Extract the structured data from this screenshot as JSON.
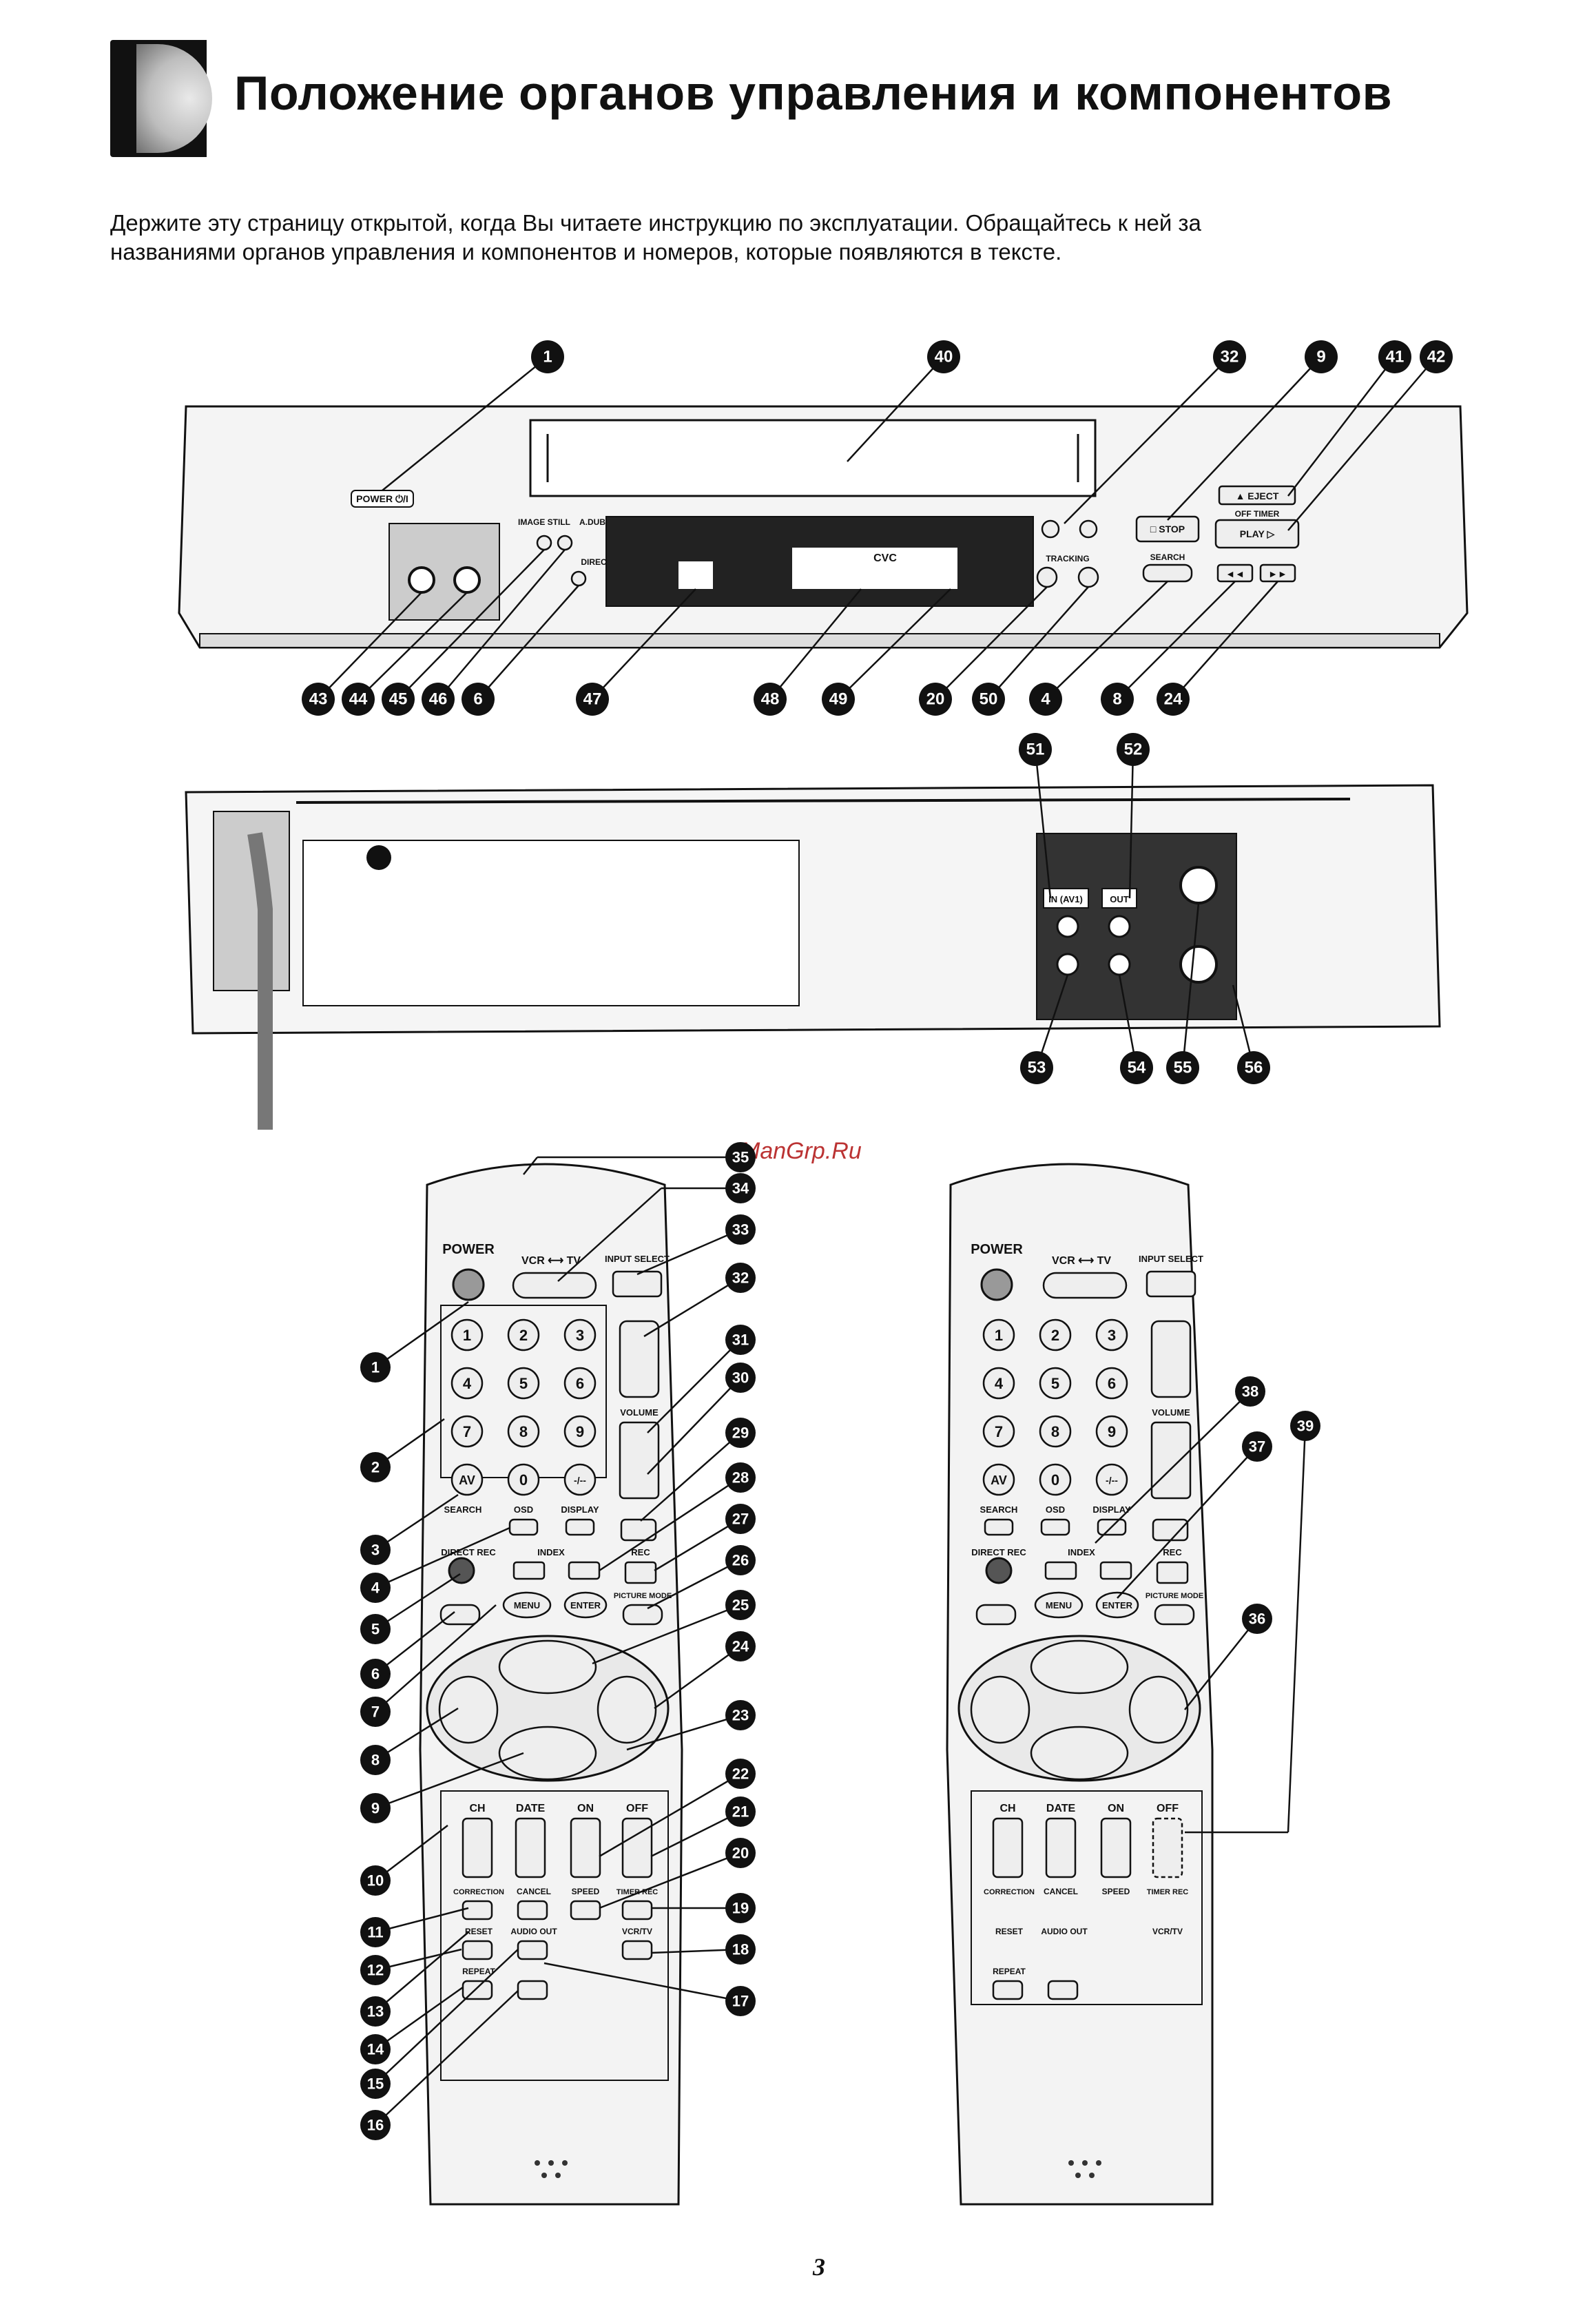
{
  "header": {
    "title": "Положение органов управления и компонентов",
    "intro_line1": "Держите эту страницу открытой, когда Вы читаете инструкцию по эксплуатации. Обращайтесь к ней за",
    "intro_line2": "названиями органов управления и компонентов и номеров, которые появляются в тексте."
  },
  "front_panel": {
    "labels": {
      "power": "POWER ⏻/I",
      "eject": "▲ EJECT",
      "off_timer": "OFF TIMER",
      "play": "PLAY ▷",
      "stop": "□ STOP",
      "search": "SEARCH",
      "rew": "◄◄",
      "ff": "►►",
      "cvc": "CVC",
      "image_still": "IMAGE STILL",
      "audio_dub": "A.DUB",
      "direct_rec": "DIRECT REC",
      "tracking": "TRACKING"
    },
    "callouts_top": [
      "1",
      "40",
      "32",
      "9",
      "41",
      "42"
    ],
    "callouts_bottom": [
      "43",
      "44",
      "45",
      "46",
      "6",
      "47",
      "48",
      "49",
      "20",
      "50",
      "4",
      "8",
      "24"
    ]
  },
  "rear_panel": {
    "labels": {
      "in_av1": "IN (AV1)",
      "out": "OUT"
    },
    "callouts_top": [
      "51",
      "52"
    ],
    "callouts_bottom": [
      "53",
      "54",
      "55",
      "56"
    ]
  },
  "remote": {
    "labels": {
      "power": "POWER",
      "vcr_tv": "VCR ⟷ TV",
      "input_select": "INPUT SELECT",
      "volume": "VOLUME",
      "av": "AV",
      "search": "SEARCH",
      "osd": "OSD",
      "display": "DISPLAY",
      "direct_rec": "DIRECT REC",
      "index": "INDEX",
      "rec": "REC",
      "menu": "MENU",
      "enter": "ENTER",
      "picture_mode": "PICTURE MODE",
      "ch": "CH",
      "date": "DATE",
      "on": "ON",
      "off": "OFF",
      "speed": "SPEED",
      "timer_rec": "TIMER REC",
      "cancel": "CANCEL",
      "reset": "RESET",
      "audio_out": "AUDIO OUT",
      "repeat": "REPEAT",
      "vcr_tv2": "VCR/TV",
      "correction": "CORRECTION",
      "digits": [
        "1",
        "2",
        "3",
        "4",
        "5",
        "6",
        "7",
        "8",
        "9",
        "0",
        "-/--"
      ]
    },
    "callouts_left": [
      "1",
      "2",
      "3",
      "4",
      "5",
      "6",
      "7",
      "8",
      "9",
      "10",
      "11",
      "12",
      "13",
      "14",
      "15",
      "16"
    ],
    "callouts_right": [
      "35",
      "34",
      "33",
      "32",
      "31",
      "30",
      "29",
      "28",
      "27",
      "26",
      "25",
      "24",
      "23",
      "22",
      "21",
      "20",
      "19",
      "18",
      "17"
    ],
    "callouts_second": [
      "38",
      "39",
      "37",
      "36"
    ]
  },
  "watermark": "ManGrp.Ru",
  "page_number": "3"
}
